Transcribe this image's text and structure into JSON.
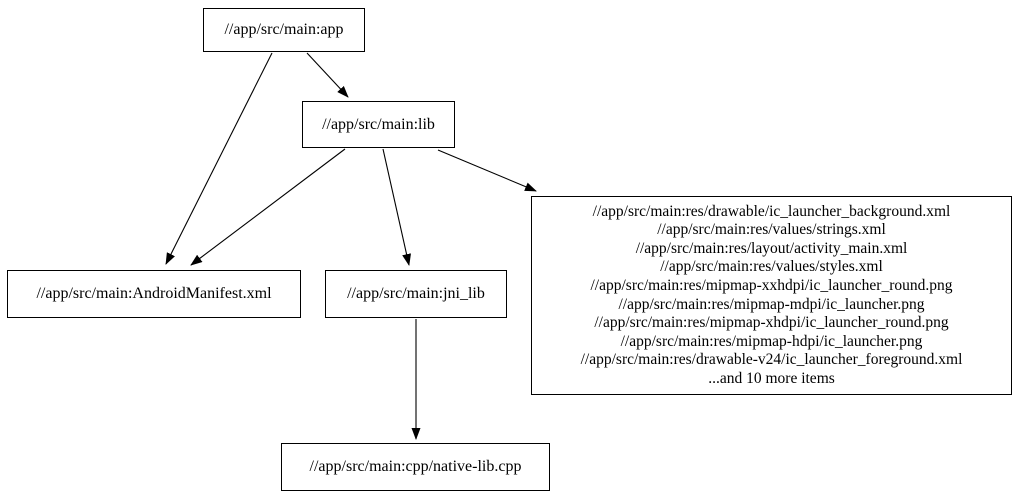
{
  "diagram": {
    "type": "dependency-graph",
    "colors": {
      "background": "#ffffff",
      "node_fill": "#ffffff",
      "node_border": "#000000",
      "text": "#000000",
      "edge": "#000000"
    },
    "nodes": {
      "app": {
        "label": "//app/src/main:app"
      },
      "lib": {
        "label": "//app/src/main:lib"
      },
      "android_manifest": {
        "label": "//app/src/main:AndroidManifest.xml"
      },
      "jni_lib": {
        "label": "//app/src/main:jni_lib"
      },
      "native_lib_cpp": {
        "label": "//app/src/main:cpp/native-lib.cpp"
      },
      "res_group": {
        "lines": [
          "//app/src/main:res/drawable/ic_launcher_background.xml",
          "//app/src/main:res/values/strings.xml",
          "//app/src/main:res/layout/activity_main.xml",
          "//app/src/main:res/values/styles.xml",
          "//app/src/main:res/mipmap-xxhdpi/ic_launcher_round.png",
          "//app/src/main:res/mipmap-mdpi/ic_launcher.png",
          "//app/src/main:res/mipmap-xhdpi/ic_launcher_round.png",
          "//app/src/main:res/mipmap-hdpi/ic_launcher.png",
          "//app/src/main:res/drawable-v24/ic_launcher_foreground.xml",
          "...and 10 more items"
        ]
      }
    },
    "edges": [
      {
        "from": "app",
        "to": "android_manifest"
      },
      {
        "from": "app",
        "to": "lib"
      },
      {
        "from": "lib",
        "to": "android_manifest"
      },
      {
        "from": "lib",
        "to": "jni_lib"
      },
      {
        "from": "lib",
        "to": "res_group"
      },
      {
        "from": "jni_lib",
        "to": "native_lib_cpp"
      }
    ]
  }
}
